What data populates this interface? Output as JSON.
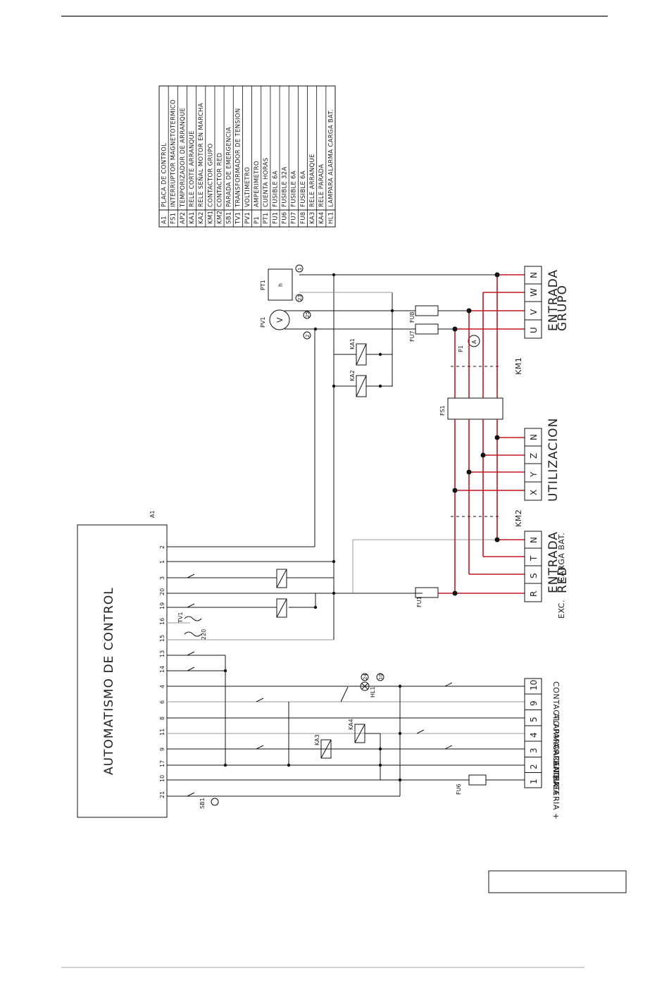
{
  "legend": [
    {
      "code": "A1",
      "desc": "PLACA DE CONTROL"
    },
    {
      "code": "FS1",
      "desc": "INTERRUPTOR MAGNETOTERMICO"
    },
    {
      "code": "AP2",
      "desc": "TEMPORIZADOR DE ARRANQUE"
    },
    {
      "code": "KA1",
      "desc": "RELE CORTE ARRANQUE"
    },
    {
      "code": "KA2",
      "desc": "RELE SEÑAL MOTOR EN MARCHA"
    },
    {
      "code": "KM1",
      "desc": "CONTACTOR GRUPO"
    },
    {
      "code": "KM2",
      "desc": "CONTACTOR RED"
    },
    {
      "code": "SB1",
      "desc": "PARADA DE EMERGENCIA"
    },
    {
      "code": "TV1",
      "desc": "TRANSFORMADOR DE TENSION"
    },
    {
      "code": "PV1",
      "desc": "VOLTIMETRO"
    },
    {
      "code": "P1",
      "desc": "AMPERIMETRO"
    },
    {
      "code": "PT1",
      "desc": "CUENTA HORAS"
    },
    {
      "code": "FU1",
      "desc": "FUSIBLE 6A"
    },
    {
      "code": "FU6",
      "desc": "FUSIBLE 32A"
    },
    {
      "code": "FU7",
      "desc": "FUSIBLE 6A"
    },
    {
      "code": "FU8",
      "desc": "FUSIBLE 6A"
    },
    {
      "code": "KA3",
      "desc": "RELE ARRANQUE"
    },
    {
      "code": "KA4",
      "desc": "RELE PARADA"
    },
    {
      "code": "HL1",
      "desc": "LAMPARA ALARMA CARGA BAT."
    }
  ],
  "controller": {
    "title": "AUTOMATISMO DE CONTROL",
    "ref": "A1",
    "pins": [
      "2",
      "1",
      "3",
      "20",
      "19",
      "16",
      "15",
      "13",
      "14",
      "4",
      "6",
      "8",
      "11",
      "9",
      "17",
      "10",
      "21"
    ]
  },
  "grupo": {
    "label1": "ENTRADA",
    "label2": "GRUPO",
    "terminals": [
      "N",
      "W",
      "V",
      "U"
    ]
  },
  "utilizacion": {
    "label": "UTILIZACION",
    "terminals": [
      "N",
      "Z",
      "Y",
      "X"
    ]
  },
  "red": {
    "label1": "ENTRADA",
    "label2": "RED",
    "label3": "EXC.",
    "label4": "CARGA BAT.",
    "terminals": [
      "N",
      "T",
      "S",
      "R"
    ]
  },
  "control_terminals": [
    {
      "num": "10",
      "label": "CONTACTO"
    },
    {
      "num": "9",
      "label": ""
    },
    {
      "num": "5",
      "label": "ALARMA ACEITE"
    },
    {
      "num": "4",
      "label": "PARO"
    },
    {
      "num": "3",
      "label": "ARRANQUE"
    },
    {
      "num": "2",
      "label": "BATERIA -"
    },
    {
      "num": "1",
      "label": "BATERIA +"
    }
  ],
  "components": {
    "pt1": "PT1",
    "pv1": "PV1",
    "p1": "P1",
    "fs1": "FS1",
    "km1": "KM1",
    "km2": "KM2",
    "ka1": "KA1",
    "ka2": "KA2",
    "ka3": "KA3",
    "ka4": "KA4",
    "fu1": "FU1",
    "fu6": "FU6",
    "fu7": "FU7",
    "fu8": "FU8",
    "tv1": "TV1",
    "hl1": "HL1",
    "sb1": "SB1",
    "h": "h",
    "v": "V",
    "a": "A",
    "c1": "1",
    "c2": "2",
    "c23": "23",
    "c24": "24",
    "c10": "10",
    "c25": "25",
    "v220": "220"
  }
}
